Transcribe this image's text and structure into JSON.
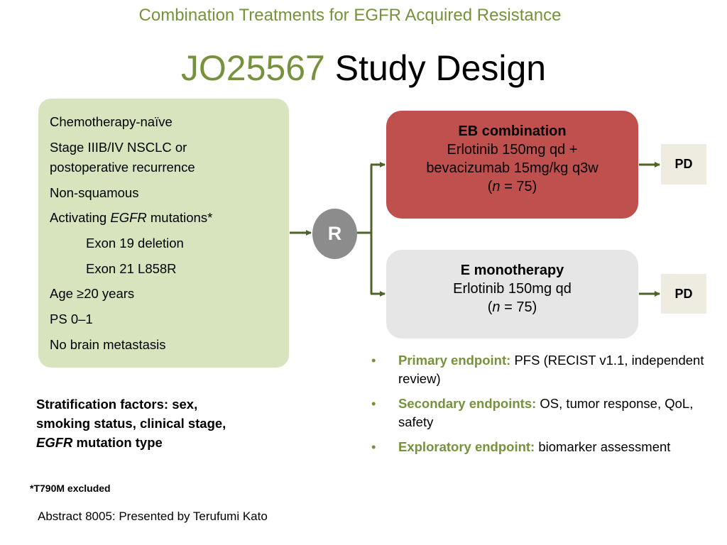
{
  "header": {
    "supertitle": "Combination Treatments for EGFR Acquired Resistance",
    "title_study": "JO25567",
    "title_rest": "Study Design"
  },
  "criteria": [
    {
      "text": "Chemotherapy-naïve"
    },
    {
      "text": "Stage IIIB/IV NSCLC or"
    },
    {
      "text": "postoperative recurrence"
    },
    {
      "text": "Non-squamous"
    },
    {
      "before": "Activating ",
      "em": "EGFR",
      "after": " mutations*"
    },
    {
      "text": "Exon 19 deletion"
    },
    {
      "text": "Exon 21 L858R"
    },
    {
      "text": "Age ≥20 years"
    },
    {
      "text": "PS 0–1"
    },
    {
      "text": "No brain metastasis"
    }
  ],
  "randomization_label": "R",
  "arms": [
    {
      "name": "EB combination",
      "line1": "Erlotinib 150mg qd +",
      "line2": "bevacizumab 15mg/kg q3w",
      "n_open": "(",
      "n_symbol": "n",
      "n_close": " = 75)",
      "color": "#c0504d",
      "outcome": "PD"
    },
    {
      "name": "E monotherapy",
      "line1": "Erlotinib 150mg qd",
      "n_open": "(",
      "n_symbol": "n",
      "n_close": " = 75)",
      "color": "#e6e6e6",
      "outcome": "PD"
    }
  ],
  "endpoints": [
    {
      "label": "Primary endpoint:",
      "text": " PFS (RECIST v1.1, independent review)"
    },
    {
      "label": "Secondary endpoints:",
      "text": " OS, tumor response, QoL, safety"
    },
    {
      "label": "Exploratory endpoint:",
      "text": " biomarker assessment"
    }
  ],
  "bullet_char": "•",
  "stratification": {
    "line1": "Stratification factors: sex,",
    "line2": "smoking status, clinical stage,",
    "line3_em": "EGFR",
    "line3_rest": " mutation type"
  },
  "footnote": "*T790M excluded",
  "abstract": "Abstract 8005: Presented by Terufumi Kato",
  "colors": {
    "accent_green": "#76923c",
    "criteria_bg": "#d7e4bd",
    "arrow": "#4f6228",
    "randomize_circle": "#8c8c8c",
    "pd_box": "#eeece1"
  }
}
